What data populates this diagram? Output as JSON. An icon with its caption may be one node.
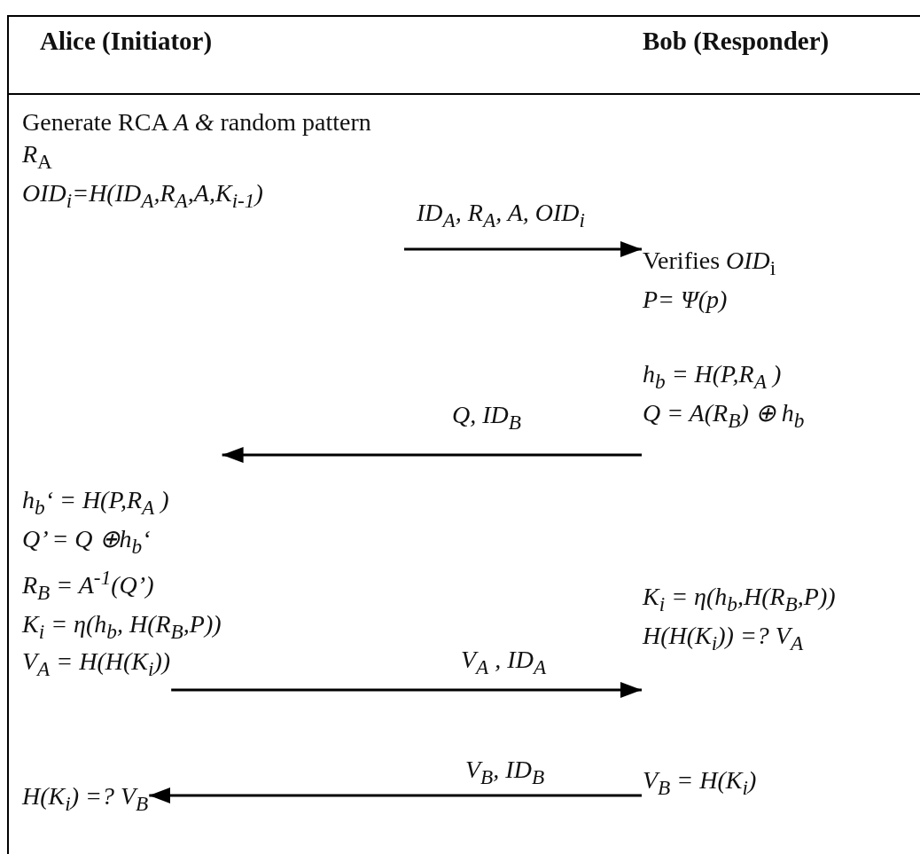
{
  "diagram": {
    "nodes": [
      {
        "text": [
          "Alice (Initiator)"
        ]
      },
      {
        "text": [
          "Bob (Responder)"
        ]
      },
      {
        "text": [
          "Generate RCA *A &* random pattern *R*$_{A}$",
          "OID$_{i}$=H(ID$_{A}$,R$_{A}$,A,K$_{i-1}$)"
        ]
      },
      {
        "text": [
          "Verifies *OID*$_{i}$",
          "P= Ψ(p)"
        ]
      },
      {
        "text": [
          "h$_{b}$ = H(P,R$_{A}$ )",
          "Q = A(R$_{B}$) ⊕ h$_{b}$"
        ]
      },
      {
        "text": [
          "h$_{b}$‘ = H(P,R$_{A}$ )",
          "Q’ = Q ⊕h$_{b}$‘",
          "R$_{B}$ = A$^{-1}$(Q’)",
          "K$_{i}$ = η(h$_{b}$, H(R$_{B}$,P))"
        ]
      },
      {
        "text": [
          "V$_{A}$ = H(H(K$_{i}$))"
        ]
      },
      {
        "text": [
          "K$_{i}$ = η(h$_{b}$,H(R$_{B}$,P))",
          "H(H(K$_{i}$)) =? V$_{A}$"
        ]
      },
      {
        "text": [
          "V$_{B}$ = H(K$_{i}$)"
        ]
      },
      {
        "text": [
          "H(K$_{i}$) =? V$_{B}$"
        ]
      }
    ],
    "edges": [
      {
        "from": 2,
        "to": 3,
        "arrow": "to",
        "label": "ID$_{A}$, R$_{A}$, A, OID$_{i}$"
      },
      {
        "from": 4,
        "to": 5,
        "arrow": "to",
        "label": "Q, ID$_{B}$"
      },
      {
        "from": 6,
        "to": 7,
        "arrow": "to",
        "label": "V$_{A}$ , ID$_{A}$"
      },
      {
        "from": 8,
        "to": 9,
        "arrow": "to",
        "label": "V$_{B}$, ID$_{B}$"
      }
    ]
  }
}
